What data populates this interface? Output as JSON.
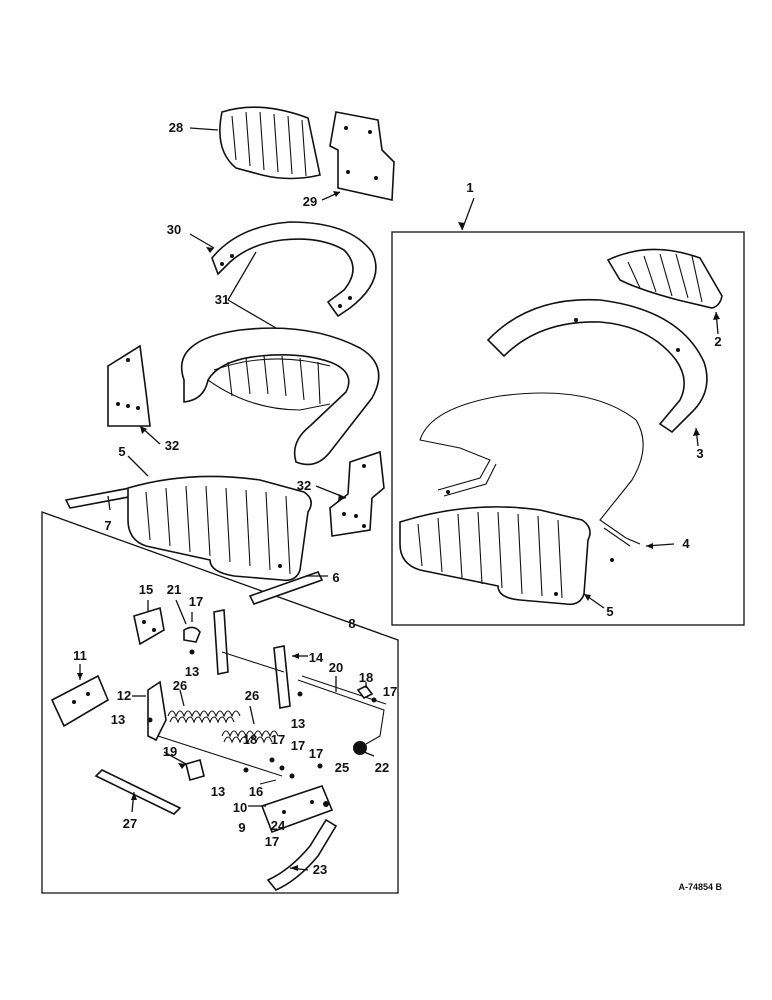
{
  "drawing_ref": "A-74854 B",
  "callouts": [
    {
      "id": "c1",
      "text": "1"
    },
    {
      "id": "c2",
      "text": "2"
    },
    {
      "id": "c3",
      "text": "3"
    },
    {
      "id": "c4",
      "text": "4"
    },
    {
      "id": "c5a",
      "text": "5"
    },
    {
      "id": "c5b",
      "text": "5"
    },
    {
      "id": "c6",
      "text": "6"
    },
    {
      "id": "c7",
      "text": "7"
    },
    {
      "id": "c8",
      "text": "8"
    },
    {
      "id": "c9",
      "text": "9"
    },
    {
      "id": "c10",
      "text": "10"
    },
    {
      "id": "c11",
      "text": "11"
    },
    {
      "id": "c12",
      "text": "12"
    },
    {
      "id": "c13a",
      "text": "13"
    },
    {
      "id": "c13b",
      "text": "13"
    },
    {
      "id": "c13c",
      "text": "13"
    },
    {
      "id": "c13d",
      "text": "13"
    },
    {
      "id": "c14",
      "text": "14"
    },
    {
      "id": "c15",
      "text": "15"
    },
    {
      "id": "c16",
      "text": "16"
    },
    {
      "id": "c17a",
      "text": "17"
    },
    {
      "id": "c17b",
      "text": "17"
    },
    {
      "id": "c17c",
      "text": "17"
    },
    {
      "id": "c17d",
      "text": "17"
    },
    {
      "id": "c17e",
      "text": "17"
    },
    {
      "id": "c17f",
      "text": "17"
    },
    {
      "id": "c18a",
      "text": "18"
    },
    {
      "id": "c18b",
      "text": "18"
    },
    {
      "id": "c19",
      "text": "19"
    },
    {
      "id": "c20",
      "text": "20"
    },
    {
      "id": "c21",
      "text": "21"
    },
    {
      "id": "c22",
      "text": "22"
    },
    {
      "id": "c23",
      "text": "23"
    },
    {
      "id": "c24",
      "text": "24"
    },
    {
      "id": "c25",
      "text": "25"
    },
    {
      "id": "c26a",
      "text": "26"
    },
    {
      "id": "c26b",
      "text": "26"
    },
    {
      "id": "c27",
      "text": "27"
    },
    {
      "id": "c28",
      "text": "28"
    },
    {
      "id": "c29",
      "text": "29"
    },
    {
      "id": "c30",
      "text": "30"
    },
    {
      "id": "c31",
      "text": "31"
    },
    {
      "id": "c32a",
      "text": "32"
    },
    {
      "id": "c32b",
      "text": "32"
    }
  ]
}
